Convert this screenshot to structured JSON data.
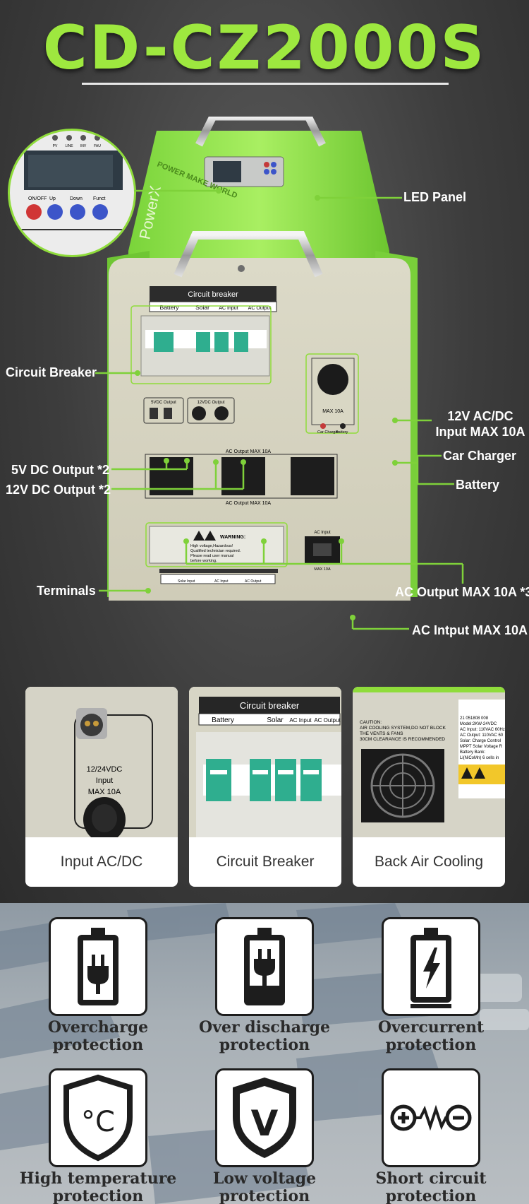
{
  "header": {
    "title": "CD-CZ2000S"
  },
  "product": {
    "brand": "PowerX",
    "slogan": "POWER MAKE WORLD",
    "breaker_panel": {
      "title": "Circuit breaker",
      "labels": [
        "Battery",
        "Solar",
        "AC Input",
        "AC Output"
      ]
    },
    "usb_label": "5VDC Output",
    "dc_label": "12VDC Output",
    "ac_output_label": "AC Output MAX 10A",
    "warning_title": "WARNING:",
    "warning_text": [
      "High voltage,Hazardous!",
      "Qualified technician required.",
      "Please read user manual",
      "before working."
    ],
    "terminal_labels": [
      "Solar Input",
      "AC Input",
      "AC Output"
    ],
    "socket_label": "MAX 10A",
    "car_charger_label": "Car Charger",
    "battery_label": "Battery",
    "ac_input_label": "AC Input",
    "led_buttons": [
      "ON/OFF",
      "Up",
      "Down",
      "Funct"
    ],
    "led_indicators": [
      "PV",
      "LINE",
      "INV",
      "FAU"
    ]
  },
  "callouts": {
    "led_panel": "LED Panel",
    "circuit_breaker": "Circuit Breaker",
    "input_12v_line1": "12V AC/DC",
    "input_12v_line2": "Input MAX 10A",
    "car_charger": "Car Charger",
    "battery": "Battery",
    "dc_5v": "5V DC Output *2",
    "dc_12v": "12V DC Output *2",
    "terminals": "Terminals",
    "ac_output": "AC Output MAX 10A *3",
    "ac_input": "AC Intput MAX 10A"
  },
  "cards": [
    {
      "caption": "Input AC/DC"
    },
    {
      "caption": "Circuit Breaker"
    },
    {
      "caption": "Back Air Cooling"
    }
  ],
  "card_details": {
    "socket_text": [
      "12/24VDC",
      "Input",
      "MAX 10A"
    ],
    "breaker_title": "Circuit breaker",
    "breaker_labels": [
      "Battery",
      "Solar",
      "AC Input",
      "AC Output"
    ],
    "caution": [
      "CAUTION:",
      "AIR COOLING SYSTEM,DO NOT BLOCK",
      "THE VENTS & FANS",
      "30CM CLEARANCE IS RECOMMENDED"
    ],
    "label_lines": [
      "21 051808 008",
      "Model:2KW-24VDC",
      "AC Input: 110VAC 60Hz",
      "AC Output: 110VAC 60",
      "Solar: Charge Control",
      "MPPT Solar Voltage R",
      "Battery Bank:",
      "Li(NiCoMn) 6 cells in"
    ]
  },
  "protections": [
    {
      "icon": "battery-plug-icon",
      "line1": "Overcharge",
      "line2": "protection"
    },
    {
      "icon": "battery-discharge-icon",
      "line1": "Over discharge",
      "line2": "protection"
    },
    {
      "icon": "battery-lightning-icon",
      "line1": "Overcurrent",
      "line2": "protection"
    },
    {
      "icon": "shield-celsius-icon",
      "line1": "High temperature",
      "line2": "protection",
      "symbol": "°C"
    },
    {
      "icon": "shield-voltage-icon",
      "line1": "Low voltage",
      "line2": "protection",
      "symbol": "V"
    },
    {
      "icon": "short-circuit-icon",
      "line1": "Short circuit",
      "line2": "protection"
    }
  ],
  "colors": {
    "accent": "#9ee83f",
    "callout_line": "#7fd13a",
    "device_green": "#8fe04c",
    "panel_beige": "#d9d6c4"
  }
}
